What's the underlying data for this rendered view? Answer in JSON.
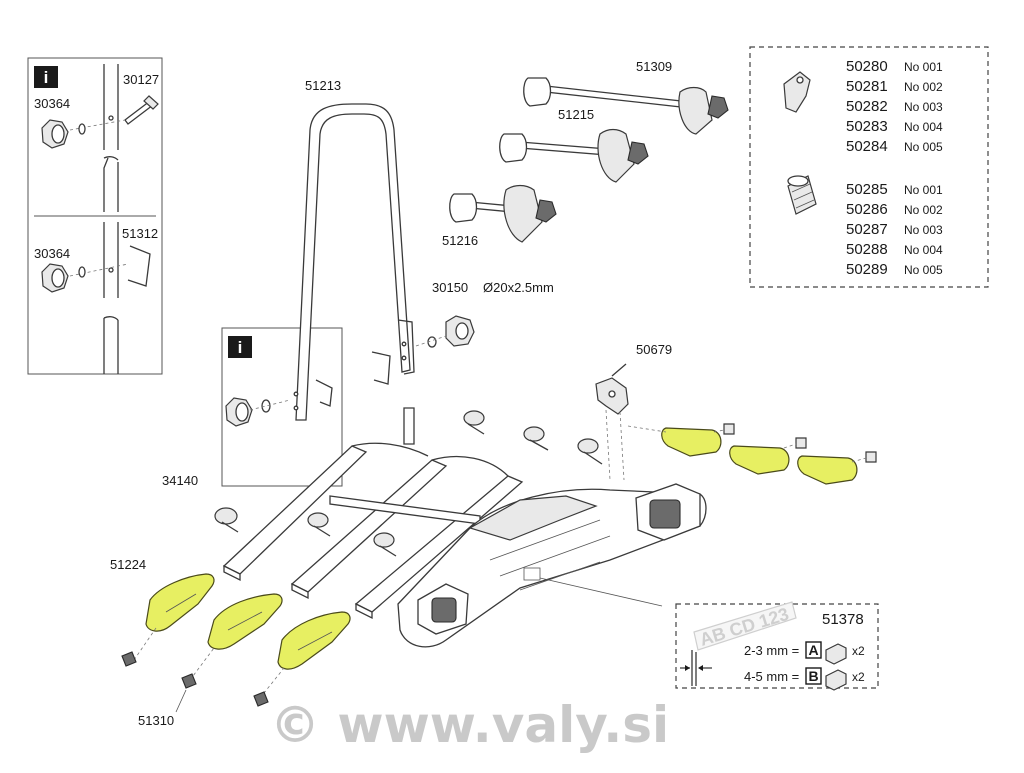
{
  "labels": {
    "p30127": "30127",
    "p30364a": "30364",
    "p30364b": "30364",
    "p51312": "51312",
    "p51213": "51213",
    "p51309": "51309",
    "p51215": "51215",
    "p51216": "51216",
    "p30150": "30150",
    "p30150_spec": "Ø20x2.5mm",
    "p50679": "50679",
    "p34140": "34140",
    "p51224": "51224",
    "p51310": "51310",
    "p51378": "51378"
  },
  "info_icon": "i",
  "variants_top": [
    {
      "code": "50280",
      "no": "No 001"
    },
    {
      "code": "50281",
      "no": "No 002"
    },
    {
      "code": "50282",
      "no": "No 003"
    },
    {
      "code": "50283",
      "no": "No 004"
    },
    {
      "code": "50284",
      "no": "No 005"
    }
  ],
  "variants_bottom": [
    {
      "code": "50285",
      "no": "No 001"
    },
    {
      "code": "50286",
      "no": "No 002"
    },
    {
      "code": "50287",
      "no": "No 003"
    },
    {
      "code": "50288",
      "no": "No 004"
    },
    {
      "code": "50289",
      "no": "No 005"
    }
  ],
  "plate": {
    "text": "AB CD 123",
    "row_a_label": "2-3 mm =",
    "row_a_letter": "A",
    "row_a_qty": "x2",
    "row_b_label": "4-5 mm =",
    "row_b_letter": "B",
    "row_b_qty": "x2"
  },
  "watermark": "© www.valy.si",
  "colors": {
    "highlight": "#e7ef62",
    "ink": "#1a1a1a",
    "watermark": "#c9c9c9"
  }
}
